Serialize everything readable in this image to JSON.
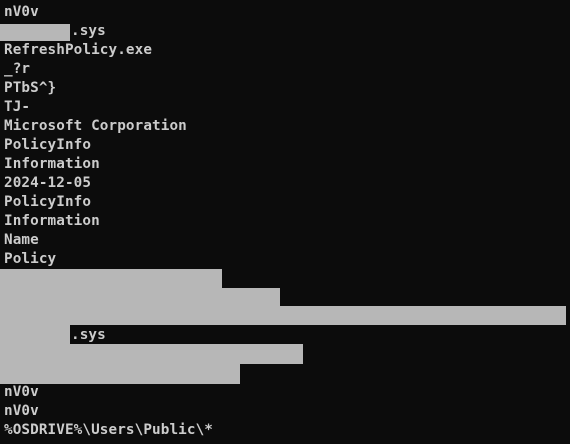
{
  "terminal": {
    "lines": [
      "nV0v",
      ".sys",
      "RefreshPolicy.exe",
      "_?r",
      "PTbS^}",
      "TJ-",
      "Microsoft Corporation",
      "PolicyInfo",
      "Information",
      "2024-12-05",
      "PolicyInfo",
      "Information",
      "Name",
      "Policy",
      ".sys",
      "nV0v",
      "nV0v",
      "%OSDRIVE%\\Users\\Public\\*"
    ]
  },
  "colors": {
    "background": "#0c0c0c",
    "text": "#cccccc",
    "redaction": "#b7b7b7"
  }
}
